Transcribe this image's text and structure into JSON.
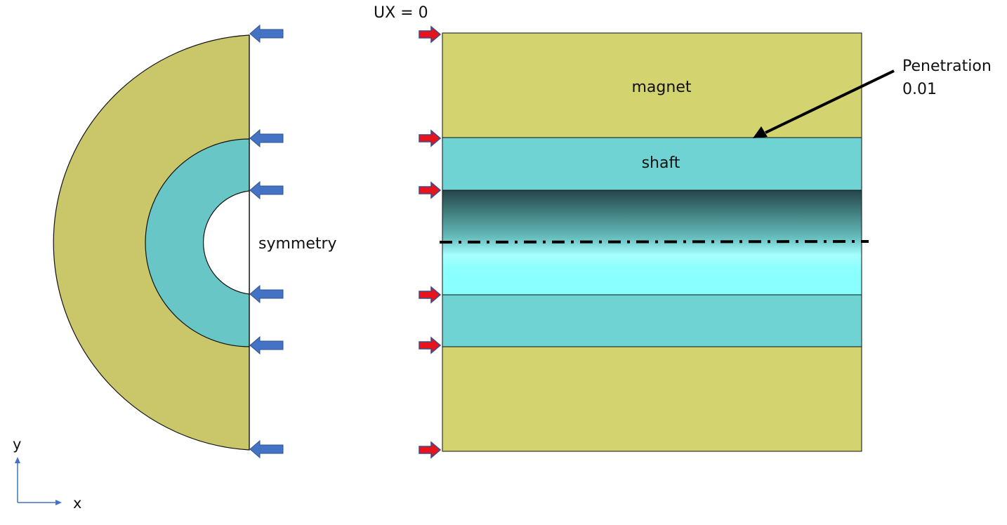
{
  "labels": {
    "boundary_condition": "UX = 0",
    "symmetry": "symmetry",
    "magnet": "magnet",
    "shaft": "shaft",
    "penetration_title": "Penetration",
    "penetration_value": "0.01",
    "axis_x": "x",
    "axis_y": "y"
  },
  "colors": {
    "magnet": "#d3d370",
    "magnet_cross_section": "#c9c76a",
    "shaft": "#6fd3d3",
    "shaft_cross_section": "#68c7c6",
    "symmetry_arrow": "#4472c4",
    "bc_arrow": "#e8141c",
    "bc_arrow_border": "#3d4a8a",
    "axis_color": "#4472c4"
  }
}
